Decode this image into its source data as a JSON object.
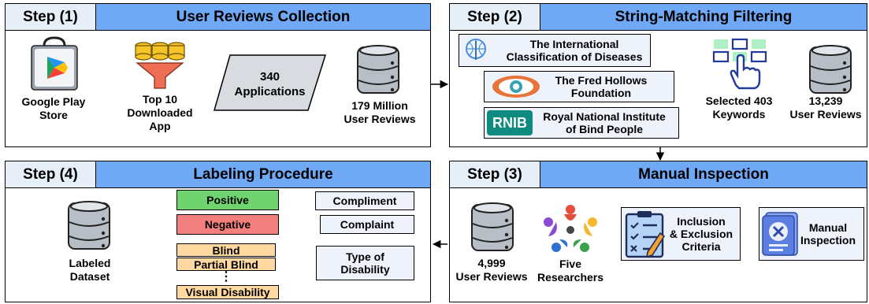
{
  "step1": {
    "step": "Step (1)",
    "title": "User Reviews Collection",
    "google_play": [
      "Google Play",
      "Store"
    ],
    "top10": [
      "Top 10",
      "Downloaded",
      "App"
    ],
    "apps": [
      "340",
      "Applications"
    ],
    "reviews": [
      "179 Million",
      "User Reviews"
    ]
  },
  "step2": {
    "step": "Step (2)",
    "title": "String-Matching Filtering",
    "who": [
      "The International",
      "Classification of Diseases"
    ],
    "fred": [
      "The Fred Hollows",
      "Foundation"
    ],
    "rnib": [
      "Royal National Institute",
      "of Bind People"
    ],
    "rnib_logo": "RNIB",
    "keywords": [
      "Selected 403",
      "Keywords"
    ],
    "reviews": [
      "13,239",
      "User Reviews"
    ]
  },
  "step3": {
    "step": "Step (3)",
    "title": "Manual Inspection",
    "manual": [
      "Manual",
      "Inspection"
    ],
    "criteria": [
      "Inclusion",
      "& Exclusion",
      "Criteria"
    ],
    "researchers": [
      "Five",
      "Researchers"
    ],
    "reviews": [
      "4,999",
      "User Reviews"
    ]
  },
  "step4": {
    "step": "Step (4)",
    "title": "Labeling Procedure",
    "positive": "Positive",
    "negative": "Negative",
    "blind": "Blind",
    "partial_blind": "Partial Blind",
    "ellipsis": "⋮",
    "visual": "Visual Disability",
    "compliment": "Compliment",
    "complaint": "Complaint",
    "type": [
      "Type of",
      "Disability"
    ],
    "dataset": [
      "Labeled",
      "Dataset"
    ]
  },
  "colors": {
    "header": "#6fa8f5",
    "positive": "#6fd36f",
    "negative": "#f47f7f",
    "disability": "#ffd9a0",
    "light": "#eef3fb"
  }
}
